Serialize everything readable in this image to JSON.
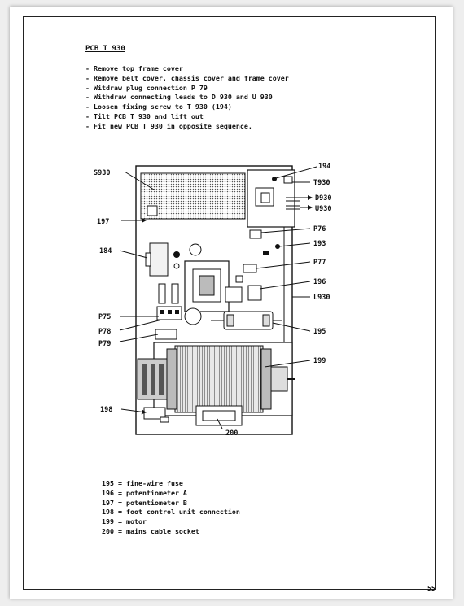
{
  "heading": "PCB T 930",
  "steps": [
    "Remove top frame cover",
    "Remove belt cover, chassis cover and frame cover",
    "Witdraw plug connection P 79",
    "Withdraw connecting leads to D 930 and U 930",
    "Loosen fixing screw to T 930 (194)",
    "Tilt PCB T 930 and lift out",
    "Fit new PCB T 930 in opposite sequence."
  ],
  "diagram": {
    "callouts": {
      "s930": "S930",
      "c197": "197",
      "c184": "184",
      "p75": "P75",
      "p78": "P78",
      "p79": "P79",
      "c198": "198",
      "c194": "194",
      "t930": "T930",
      "d930": "D930",
      "u930": "U930",
      "p76": "P76",
      "c193": "193",
      "p77": "P77",
      "c196": "196",
      "l930": "L930",
      "c195": "195",
      "c199": "199",
      "c200": "200"
    }
  },
  "legend": [
    {
      "num": "195",
      "text": "fine-wire fuse"
    },
    {
      "num": "196",
      "text": "potentiometer A"
    },
    {
      "num": "197",
      "text": "potentiometer B"
    },
    {
      "num": "198",
      "text": "foot control unit connection"
    },
    {
      "num": "199",
      "text": "motor"
    },
    {
      "num": "200",
      "text": "mains cable socket"
    }
  ],
  "page_number": "55"
}
